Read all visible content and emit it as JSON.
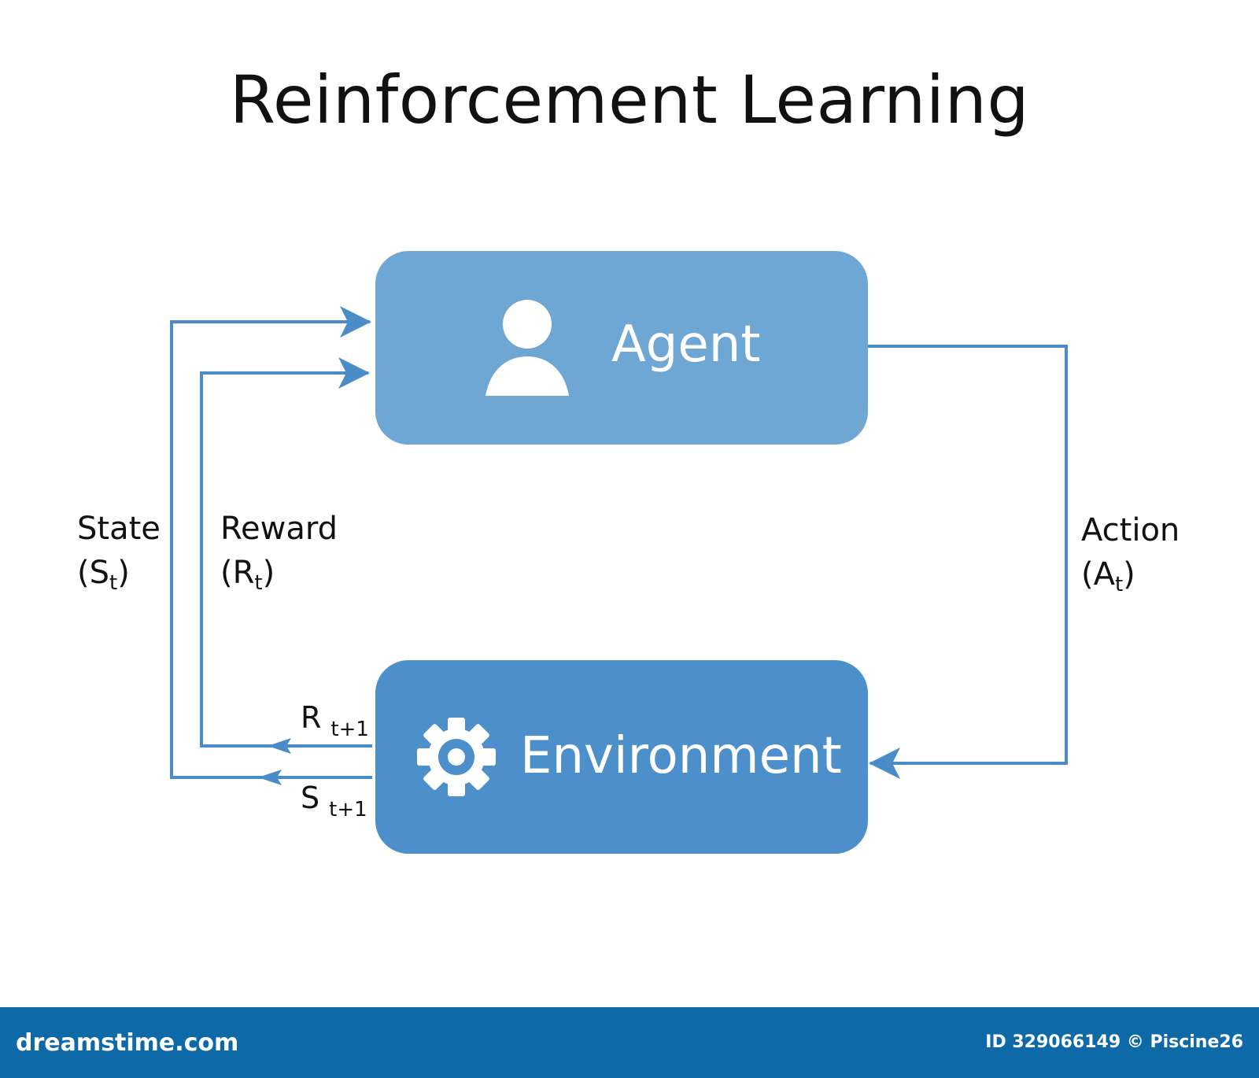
{
  "title": "Reinforcement Learning",
  "nodes": {
    "agent": {
      "label": "Agent",
      "icon": "user-icon",
      "color": "#6ea6d4"
    },
    "environment": {
      "label": "Environment",
      "icon": "gear-icon",
      "color": "#4c8fca"
    }
  },
  "edge_labels": {
    "state": {
      "name": "State",
      "open": "(S",
      "sub": "t",
      "close": ")"
    },
    "reward": {
      "name": "Reward",
      "open": "(R",
      "sub": "t",
      "close": ")"
    },
    "action": {
      "name": "Action",
      "open": "(A",
      "sub": "t",
      "close": ")"
    },
    "reward_next": {
      "main": "R",
      "sub": "t+1"
    },
    "state_next": {
      "main": "S",
      "sub": "t+1"
    }
  },
  "arrow_color": "#4a8cc8",
  "watermark": {
    "brand": "dreamstime.com",
    "credit": "ID 329066149 © Piscine26",
    "bar_color": "#0e6aa6"
  }
}
